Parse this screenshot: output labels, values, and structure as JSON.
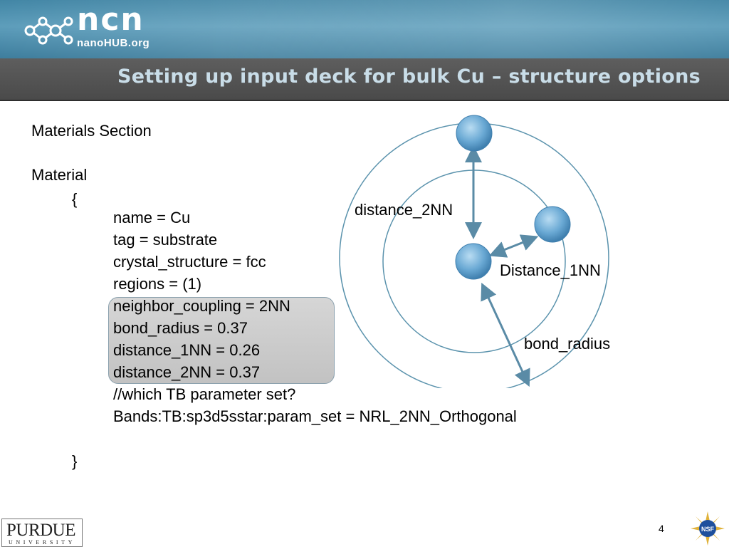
{
  "header": {
    "logo_main": "ncn",
    "logo_sub": "nanoHUB.org",
    "title": "Setting up input deck for bulk Cu – structure options"
  },
  "code": {
    "section": "Materials Section",
    "material": "Material",
    "open_brace": "{",
    "lines": [
      "name = Cu",
      "tag = substrate",
      "crystal_structure = fcc",
      "regions = (1)",
      "neighbor_coupling = 2NN",
      "bond_radius = 0.37",
      "distance_1NN = 0.26",
      "distance_2NN = 0.37",
      "//which TB parameter set?",
      "Bands:TB:sp3d5sstar:param_set = NRL_2NN_Orthogonal"
    ],
    "close_brace": "}"
  },
  "diagram": {
    "label_2nn": "distance_2NN",
    "label_1nn": "Distance_1NN",
    "label_bond": "bond_radius",
    "atom_color": "#6aa9d4",
    "arrow_color": "#5a8ba6",
    "ring_color": "#5b93ad"
  },
  "footer": {
    "purdue_main": "PURDUE",
    "purdue_sub": "UNIVERSITY",
    "nsf": "NSF",
    "page_number": "4"
  }
}
